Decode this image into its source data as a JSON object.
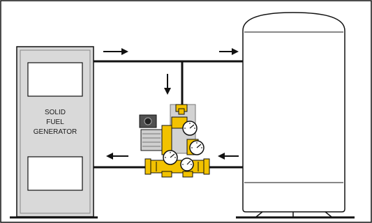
{
  "diagram": {
    "generator_label_lines": [
      "SOLID",
      "FUEL",
      "GENERATOR"
    ],
    "colors": {
      "pipe": "#111111",
      "generator_fill": "#d9d9d9",
      "pump_yellow": "#f2c200",
      "frame": "#111111"
    }
  }
}
